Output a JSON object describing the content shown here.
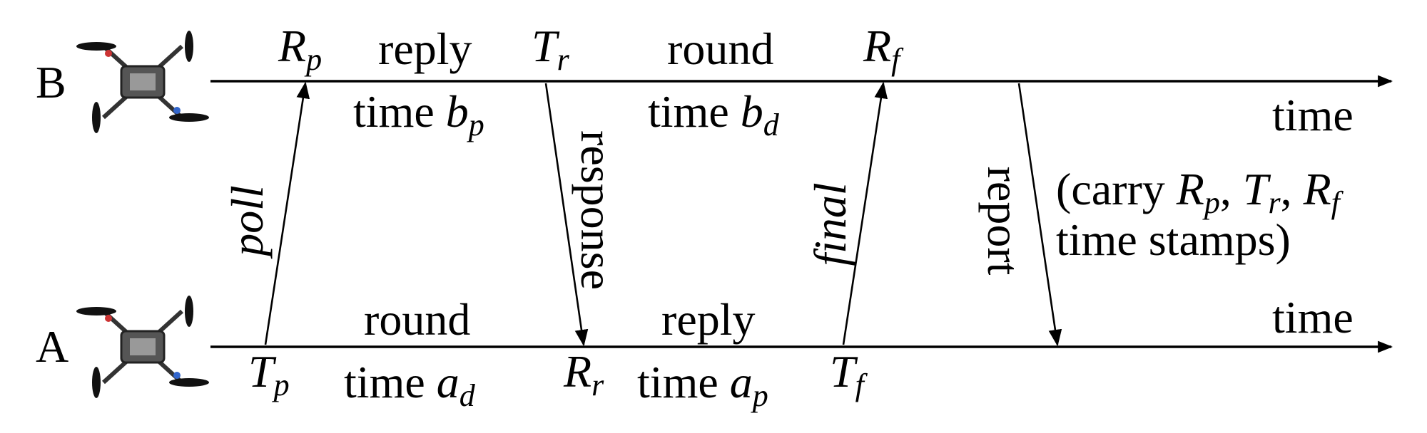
{
  "nodes": {
    "top": {
      "letter": "B",
      "axis_label": "time"
    },
    "bottom": {
      "letter": "A",
      "axis_label": "time"
    }
  },
  "timestamps": {
    "Rp": {
      "base": "R",
      "sub": "p"
    },
    "Tr": {
      "base": "T",
      "sub": "r"
    },
    "Rf": {
      "base": "R",
      "sub": "f"
    },
    "Tp": {
      "base": "T",
      "sub": "p"
    },
    "Rr": {
      "base": "R",
      "sub": "r"
    },
    "Tf": {
      "base": "T",
      "sub": "f"
    }
  },
  "intervals": {
    "b_reply": {
      "word": "reply",
      "prefix": "time ",
      "var": "b",
      "sub": "p"
    },
    "b_round": {
      "word": "round",
      "prefix": "time ",
      "var": "b",
      "sub": "d"
    },
    "a_round": {
      "word": "round",
      "prefix": "time ",
      "var": "a",
      "sub": "d"
    },
    "a_reply": {
      "word": "reply",
      "prefix": "time ",
      "var": "a",
      "sub": "p"
    }
  },
  "messages": {
    "poll": "poll",
    "response": "response",
    "final": "final",
    "report": "report"
  },
  "note": {
    "open": "(carry ",
    "sep1": ", ",
    "sep2": ", ",
    "line2": "time stamps)"
  }
}
